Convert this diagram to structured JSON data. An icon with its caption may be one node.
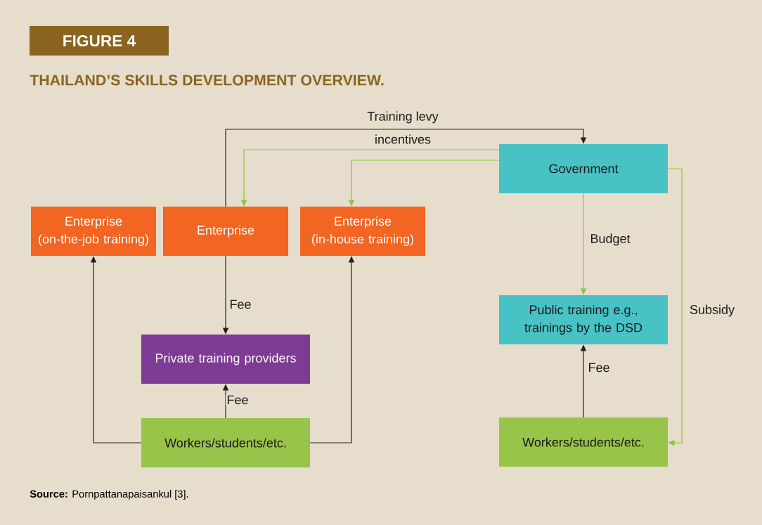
{
  "diagram": {
    "title": "THAILAND’S SKILLS DEVELOPMENT OVERVIEW.",
    "caption": "**Source:** Pornpattanapaisankul [3].",
    "labels": [
      "FIGURE 4"
    ],
    "nodes": [
      {
        "text": [
          "Enterprise (on-the-job training)"
        ]
      },
      {
        "text": [
          "Enterprise"
        ]
      },
      {
        "text": [
          "Enterprise (in-house training)"
        ]
      },
      {
        "text": [
          "Government"
        ]
      },
      {
        "text": [
          "Private training providers"
        ]
      },
      {
        "text": [
          "Public training e.g., trainings by the DSD"
        ]
      },
      {
        "text": [
          "Workers/students/etc."
        ]
      },
      {
        "text": [
          "Workers/students/etc."
        ]
      }
    ],
    "edges": [
      {
        "from": 1,
        "to": 3,
        "arrow": "to",
        "label": "Training levy"
      },
      {
        "from": 3,
        "to": 1,
        "arrow": "to",
        "label": "incentives",
        "color": "#8dc63f"
      },
      {
        "from": 3,
        "to": 2,
        "arrow": "to",
        "color": "#8dc63f"
      },
      {
        "from": 3,
        "to": 5,
        "arrow": "to",
        "label": "Budget",
        "color": "#8dc63f"
      },
      {
        "from": 3,
        "to": 7,
        "arrow": "to",
        "label": "Subsidy",
        "color": "#8dc63f"
      },
      {
        "from": 1,
        "to": 4,
        "arrow": "to",
        "label": "Fee"
      },
      {
        "from": 6,
        "to": 4,
        "arrow": "to",
        "label": "Fee"
      },
      {
        "from": 6,
        "to": 0,
        "arrow": "to"
      },
      {
        "from": 6,
        "to": 2,
        "arrow": "to"
      },
      {
        "from": 7,
        "to": 5,
        "arrow": "to",
        "label": "Fee"
      }
    ]
  }
}
